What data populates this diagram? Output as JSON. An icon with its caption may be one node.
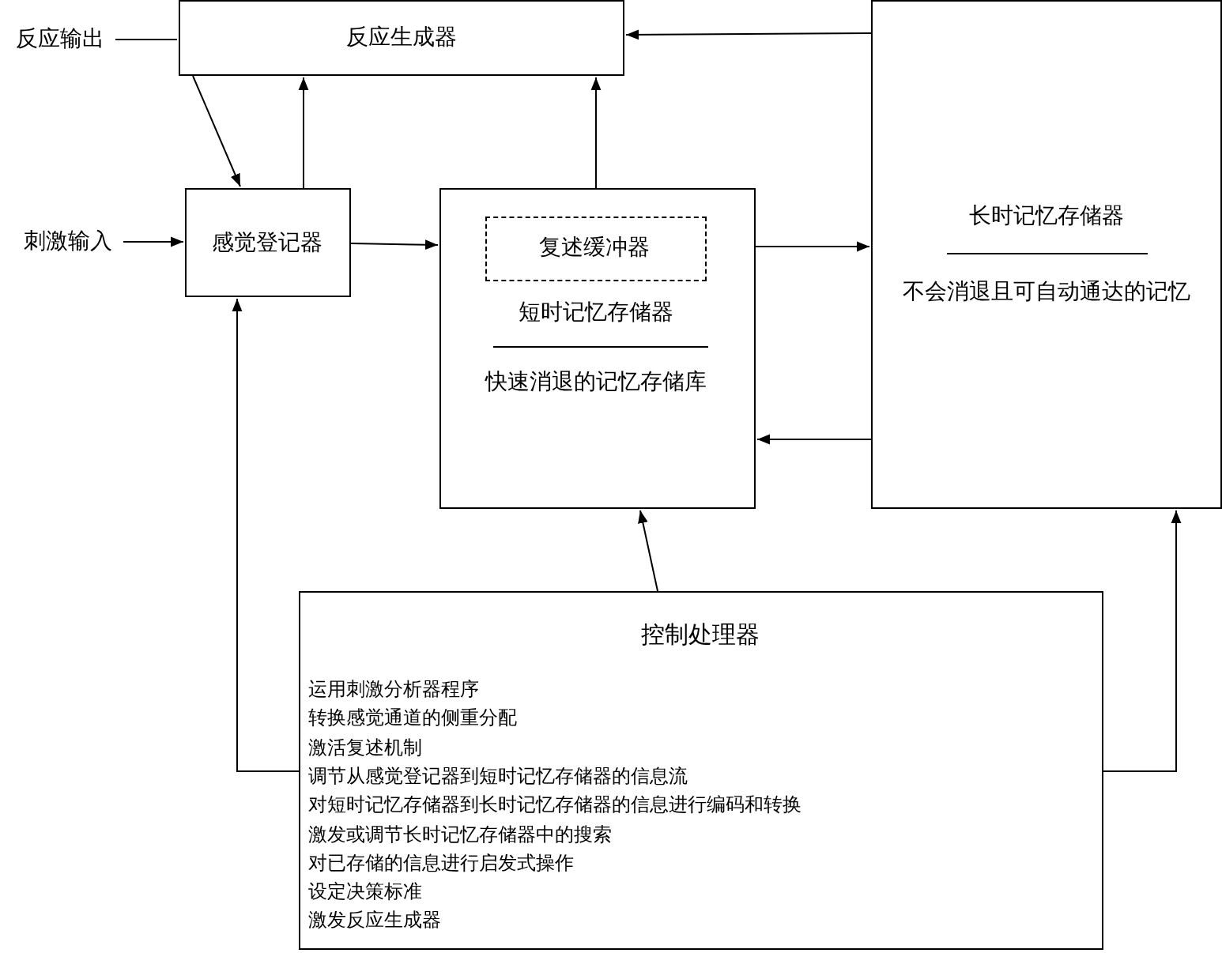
{
  "diagram": {
    "nodes": [
      {
        "text": [
          "反应输出"
        ]
      },
      {
        "text": [
          "反应生成器"
        ]
      },
      {
        "text": [
          "长时记忆存储器",
          "不会消退且可自动通达的记忆"
        ]
      },
      {
        "text": [
          "刺激输入"
        ]
      },
      {
        "text": [
          "感觉登记器"
        ]
      },
      {
        "text": [
          "短时记忆存储器",
          "快速消退的记忆存储库"
        ]
      },
      {
        "text": [
          "复述缓冲器"
        ],
        "in": 5
      },
      {
        "text": [
          "控制处理器",
          "运用刺激分析器程序",
          "转换感觉通道的侧重分配",
          "激活复述机制",
          "调节从感觉登记器到短时记忆存储器的信息流",
          "对短时记忆存储器到长时记忆存储器的信息进行编码和转换",
          "激发或调节长时记忆存储器中的搜索",
          "对已存储的信息进行启发式操作",
          "设定决策标准",
          "激发反应生成器"
        ]
      }
    ],
    "edges": [
      {
        "from": 0,
        "to": 1,
        "arrow": "none"
      },
      {
        "from": 1,
        "to": 4,
        "arrow": "to"
      },
      {
        "from": 4,
        "to": 1,
        "arrow": "to"
      },
      {
        "from": 5,
        "to": 1,
        "arrow": "to"
      },
      {
        "from": 2,
        "to": 1,
        "arrow": "to"
      },
      {
        "from": 3,
        "to": 4,
        "arrow": "to"
      },
      {
        "from": 4,
        "to": 5,
        "arrow": "to"
      },
      {
        "from": 5,
        "to": 2,
        "arrow": "to"
      },
      {
        "from": 2,
        "to": 5,
        "arrow": "to"
      },
      {
        "from": 7,
        "to": 5,
        "arrow": "to"
      },
      {
        "from": 7,
        "to": 4,
        "arrow": "to"
      },
      {
        "from": 7,
        "to": 2,
        "arrow": "to"
      }
    ]
  }
}
